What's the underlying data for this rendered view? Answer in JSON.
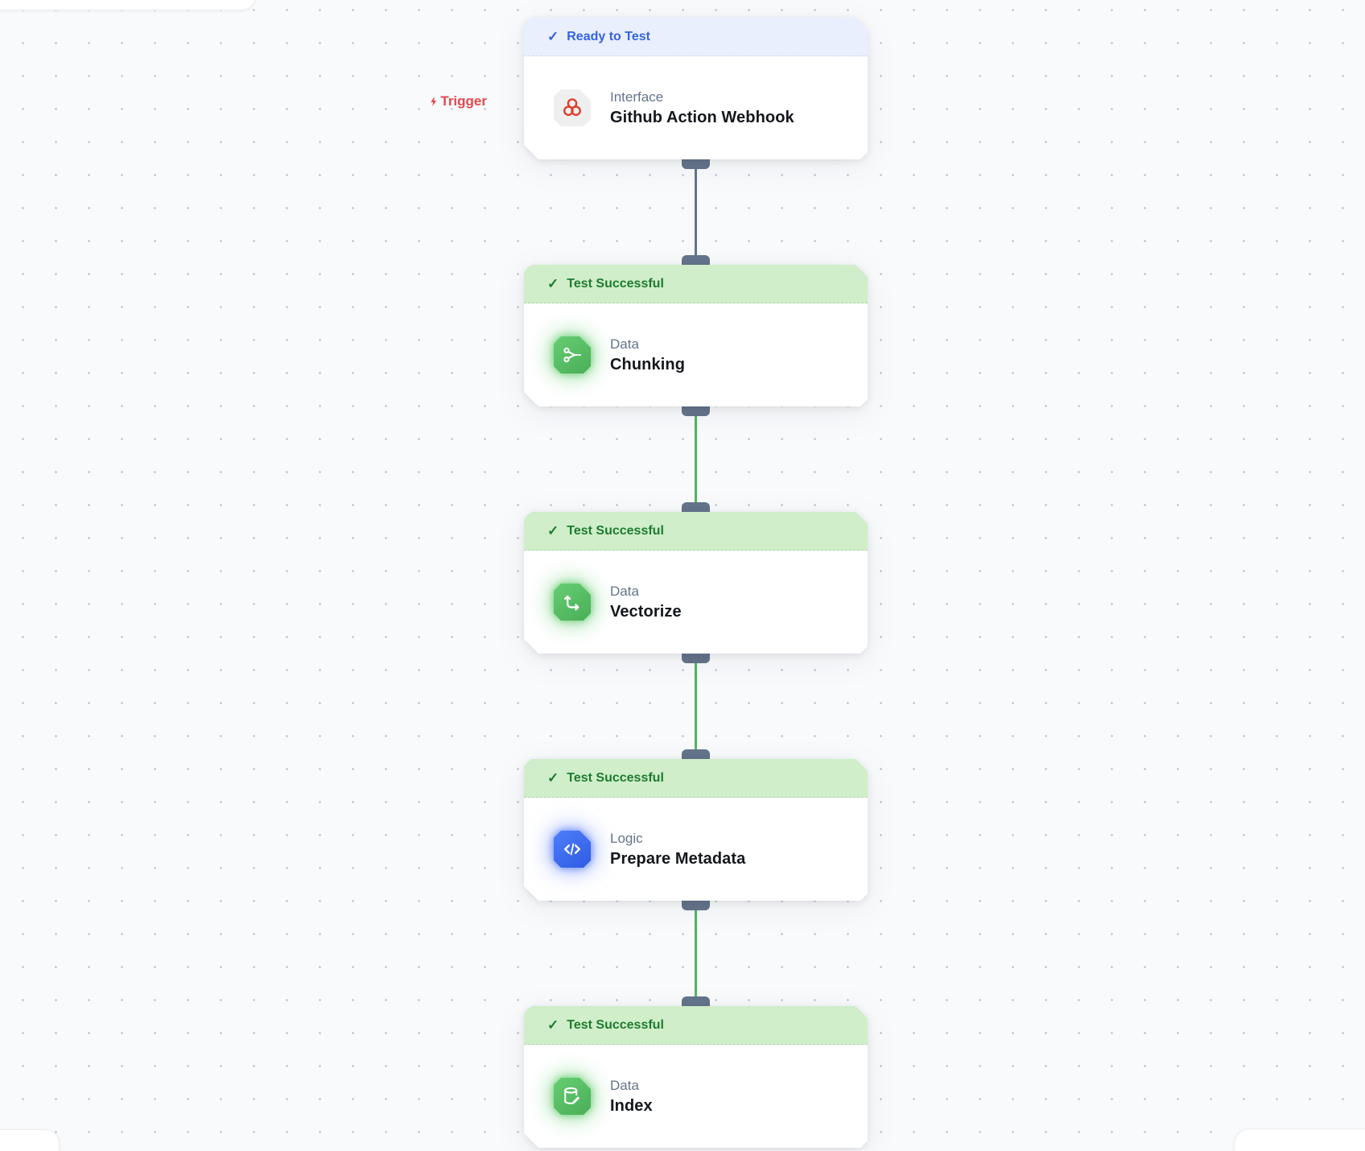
{
  "canvas": {
    "trigger_label": "Trigger",
    "check_glyph": "✓"
  },
  "nodes": [
    {
      "status": "Ready to Test",
      "status_type": "ready",
      "category": "Interface",
      "title": "Github Action Webhook",
      "icon": "webhook-knot-icon"
    },
    {
      "status": "Test Successful",
      "status_type": "success",
      "category": "Data",
      "title": "Chunking",
      "icon": "scissors-icon"
    },
    {
      "status": "Test Successful",
      "status_type": "success",
      "category": "Data",
      "title": "Vectorize",
      "icon": "axes-icon"
    },
    {
      "status": "Test Successful",
      "status_type": "success",
      "category": "Logic",
      "title": "Prepare Metadata",
      "icon": "code-icon"
    },
    {
      "status": "Test Successful",
      "status_type": "success",
      "category": "Data",
      "title": "Index",
      "icon": "database-pencil-icon"
    }
  ],
  "colors": {
    "canvas_bg": "#f8fafc",
    "dot": "#c3c9d2",
    "ready_badge_bg": "#e9effd",
    "ready_badge_text": "#3662e3",
    "success_badge_bg": "#cfeec9",
    "success_badge_text": "#1e7b31",
    "trigger_red": "#e5484d",
    "connector_gray": "#64748b",
    "connector_green": "#4fb75c",
    "icon_green": "#55bb63",
    "icon_blue": "#3b6bf0",
    "webhook_logo_red": "#dd3f2b"
  }
}
